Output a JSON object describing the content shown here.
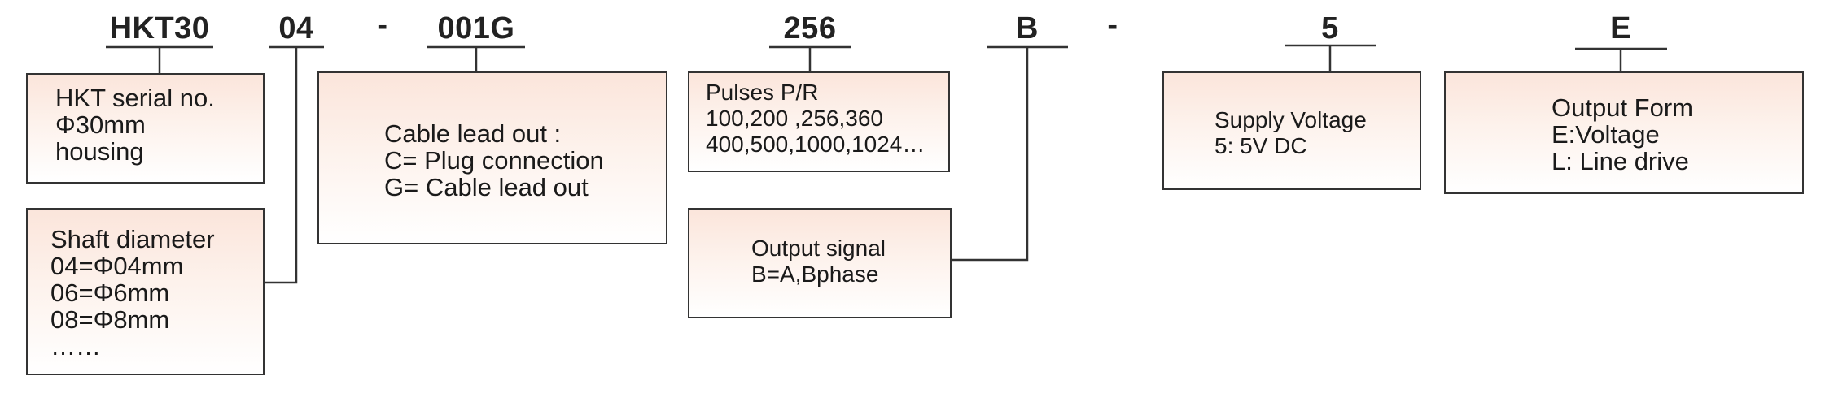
{
  "code_segments": [
    "HKT30",
    "04",
    "-",
    "001G",
    "256",
    "B",
    "-",
    "5",
    "E"
  ],
  "boxes": {
    "serial": [
      "HKT serial no.",
      "Φ30mm",
      "housing"
    ],
    "shaft": [
      "Shaft diameter",
      "04=Φ04mm",
      "06=Φ6mm",
      "08=Φ8mm",
      "……"
    ],
    "cable": [
      "Cable lead out :",
      "C= Plug connection",
      "G= Cable lead out"
    ],
    "pulses": [
      "Pulses  P/R",
      "100,200 ,256,360",
      "400,500,1000,1024…"
    ],
    "output_signal": [
      "Output signal",
      "B=A,Bphase"
    ],
    "supply_voltage": [
      "Supply Voltage",
      "5: 5V DC"
    ],
    "output_form": [
      "Output Form",
      "E:Voltage",
      "L: Line drive"
    ]
  },
  "colors": {
    "line": "#333333",
    "box_top": "#fbe5db",
    "box_bottom": "#ffffff"
  }
}
